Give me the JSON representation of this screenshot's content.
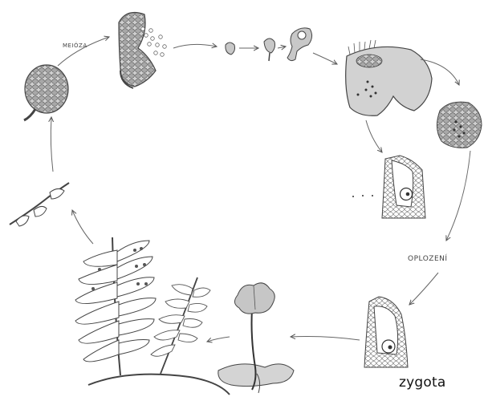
{
  "labels": {
    "meioza": "MEIÓZA",
    "oplozeni": "OPLOZENÍ",
    "zygota": "zygota"
  },
  "colors": {
    "ink": "#4a4a4a",
    "shade_dark": "#9a9a9a",
    "shade_mid": "#c4c4c4",
    "shade_light": "#e2e2e2"
  }
}
